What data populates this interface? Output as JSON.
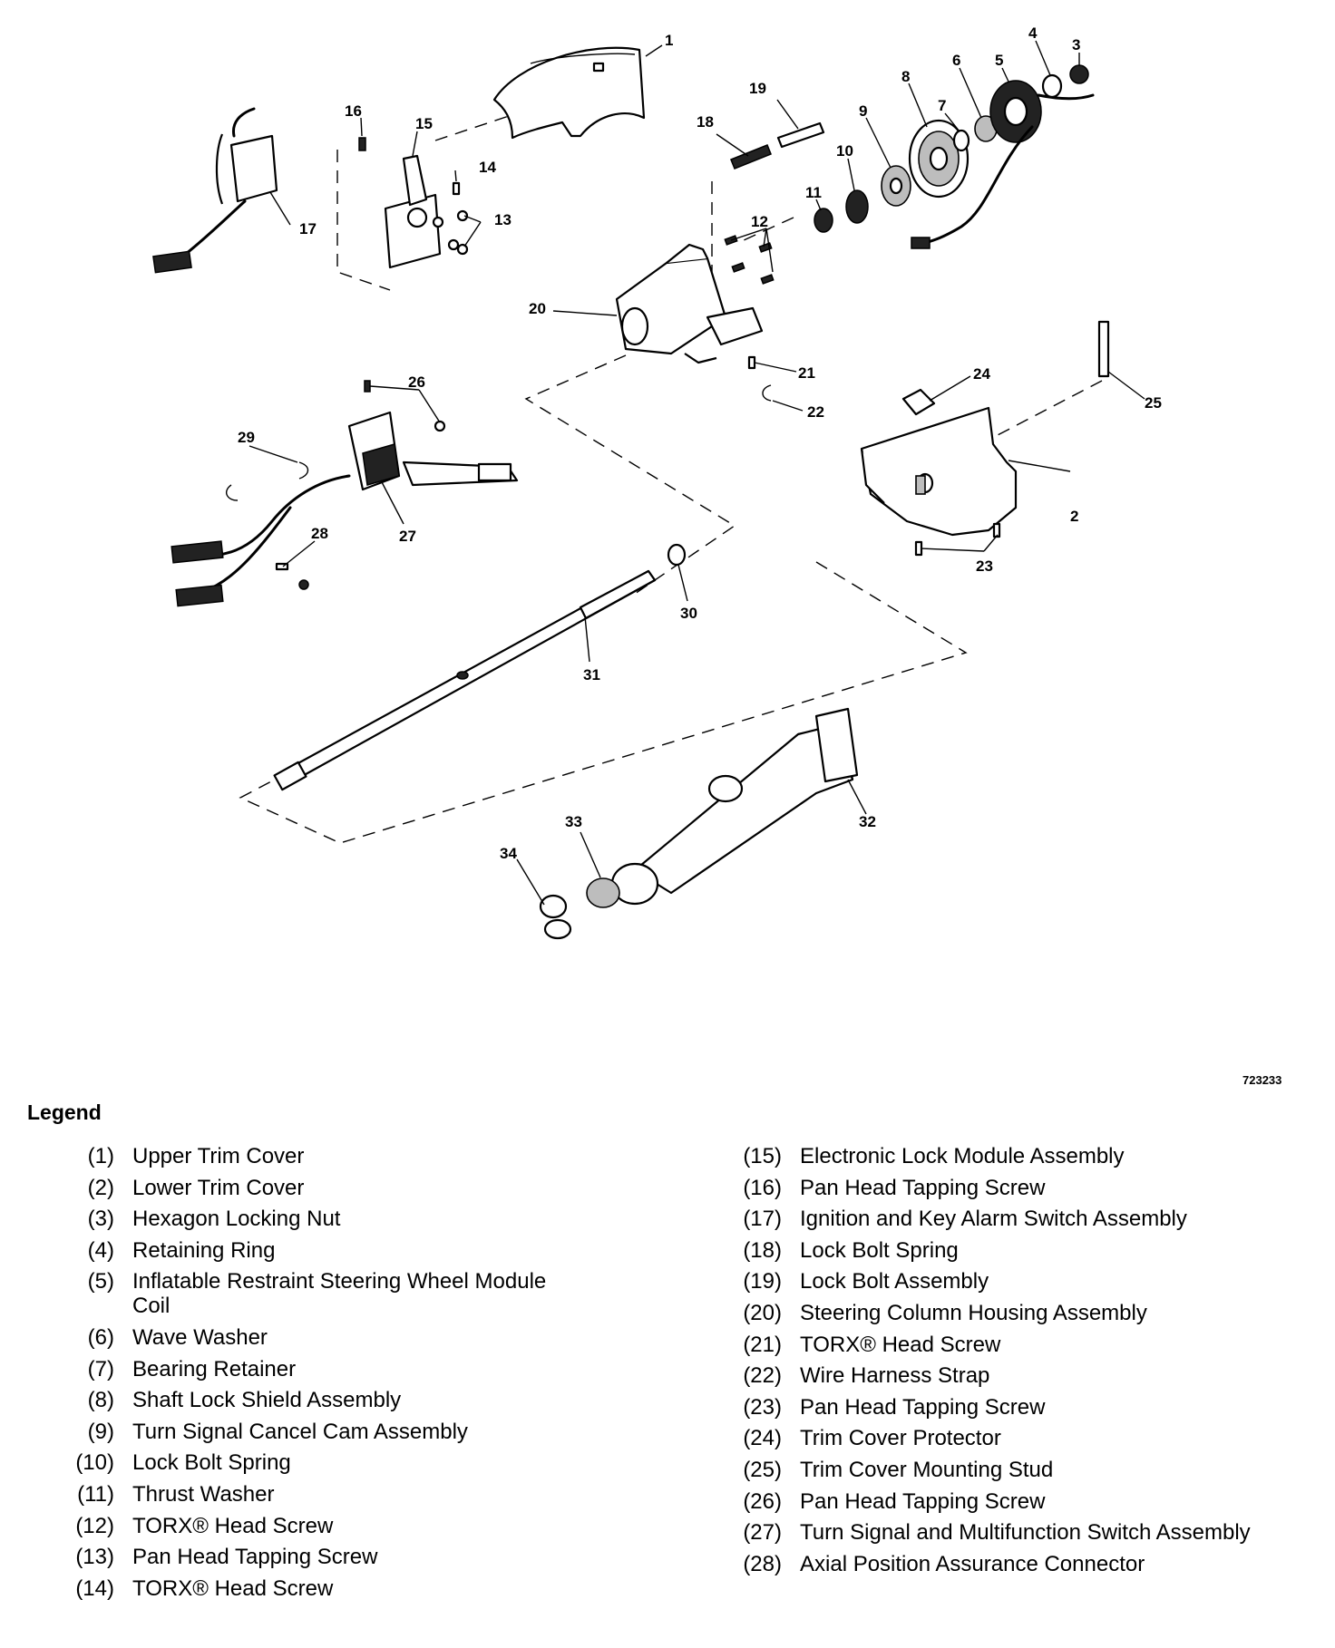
{
  "figure_id": "723233",
  "legend_title": "Legend",
  "callouts": [
    "1",
    "2",
    "3",
    "4",
    "5",
    "6",
    "7",
    "8",
    "9",
    "10",
    "11",
    "12",
    "13",
    "14",
    "15",
    "16",
    "17",
    "18",
    "19",
    "20",
    "21",
    "22",
    "23",
    "24",
    "25",
    "26",
    "27",
    "28",
    "29",
    "30",
    "31",
    "32",
    "33",
    "34"
  ],
  "legend_left": [
    {
      "num": "(1)",
      "text": "Upper Trim Cover"
    },
    {
      "num": "(2)",
      "text": "Lower Trim Cover"
    },
    {
      "num": "(3)",
      "text": "Hexagon Locking Nut"
    },
    {
      "num": "(4)",
      "text": "Retaining Ring"
    },
    {
      "num": "(5)",
      "text": "Inflatable Restraint Steering Wheel Module Coil"
    },
    {
      "num": "(6)",
      "text": "Wave Washer"
    },
    {
      "num": "(7)",
      "text": "Bearing Retainer"
    },
    {
      "num": "(8)",
      "text": "Shaft Lock Shield Assembly"
    },
    {
      "num": "(9)",
      "text": "Turn Signal Cancel Cam Assembly"
    },
    {
      "num": "(10)",
      "text": "Lock Bolt Spring"
    },
    {
      "num": "(11)",
      "text": "Thrust Washer"
    },
    {
      "num": "(12)",
      "text": "TORX® Head Screw"
    },
    {
      "num": "(13)",
      "text": "Pan Head Tapping Screw"
    },
    {
      "num": "(14)",
      "text": "TORX® Head Screw"
    }
  ],
  "legend_right": [
    {
      "num": "(15)",
      "text": "Electronic Lock Module Assembly"
    },
    {
      "num": "(16)",
      "text": "Pan Head Tapping Screw"
    },
    {
      "num": "(17)",
      "text": "Ignition and Key Alarm Switch Assembly"
    },
    {
      "num": "(18)",
      "text": "Lock Bolt Spring"
    },
    {
      "num": "(19)",
      "text": "Lock Bolt Assembly"
    },
    {
      "num": "(20)",
      "text": "Steering Column Housing Assembly"
    },
    {
      "num": "(21)",
      "text": "TORX® Head Screw"
    },
    {
      "num": "(22)",
      "text": "Wire Harness Strap"
    },
    {
      "num": "(23)",
      "text": "Pan Head Tapping Screw"
    },
    {
      "num": "(24)",
      "text": "Trim Cover Protector"
    },
    {
      "num": "(25)",
      "text": "Trim Cover Mounting Stud"
    },
    {
      "num": "(26)",
      "text": "Pan Head Tapping Screw"
    },
    {
      "num": "(27)",
      "text": "Turn Signal and Multifunction Switch Assembly"
    },
    {
      "num": "(28)",
      "text": "Axial Position Assurance Connector"
    }
  ]
}
